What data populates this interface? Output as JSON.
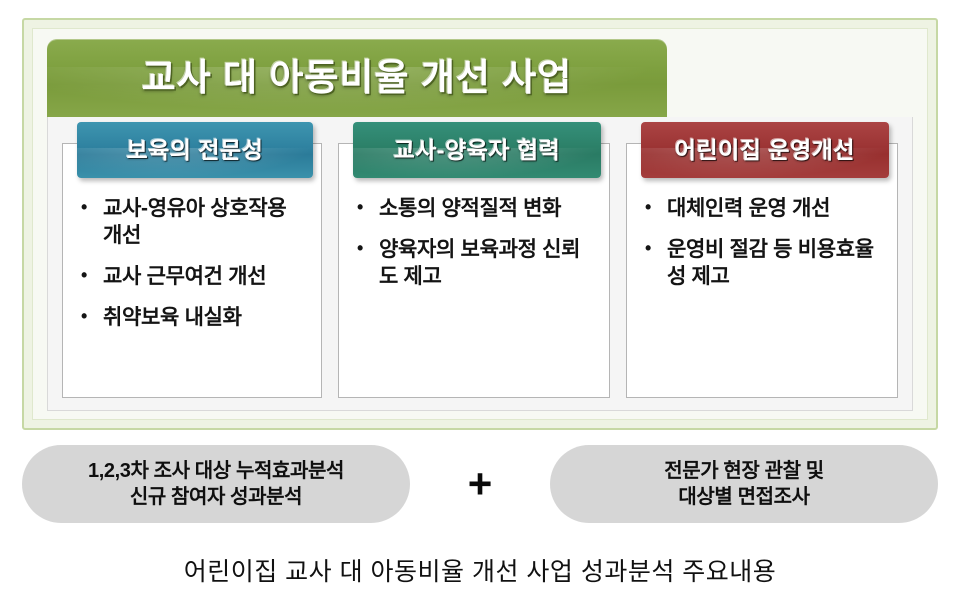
{
  "diagram": {
    "title": "교사 대 아동비율 개선 사업",
    "colors": {
      "frame_border": "#c6d8a4",
      "frame_fill": "#eef3e3",
      "banner_green": "#7d9f3e",
      "badge_teal": "#2f82a0",
      "badge_green": "#2c8068",
      "badge_red": "#9c3434",
      "pill_gray": "#d6d6d6",
      "text_dark": "#141414"
    },
    "columns": [
      {
        "header": "보육의 전문성",
        "accent": "teal",
        "bullets": [
          "교사-영유아 상호작용 개선",
          "교사  근무여건 개선",
          "취약보육 내실화"
        ]
      },
      {
        "header": "교사-양육자 협력",
        "accent": "green",
        "bullets": [
          "소통의 양적질적 변화",
          "양육자의 보육과정 신뢰도 제고"
        ]
      },
      {
        "header": "어린이집 운영개선",
        "accent": "red",
        "bullets": [
          "대체인력 운영 개선",
          "운영비 절감 등 비용효율성 제고"
        ]
      }
    ],
    "methods": {
      "left_pill_line1": "1,2,3차 조사 대상 누적효과분석",
      "left_pill_line2": "신규 참여자 성과분석",
      "operator": "+",
      "right_pill_line1": "전문가 현장 관찰 및",
      "right_pill_line2": "대상별 면접조사"
    },
    "caption": "어린이집 교사 대 아동비율 개선 사업 성과분석 주요내용"
  }
}
